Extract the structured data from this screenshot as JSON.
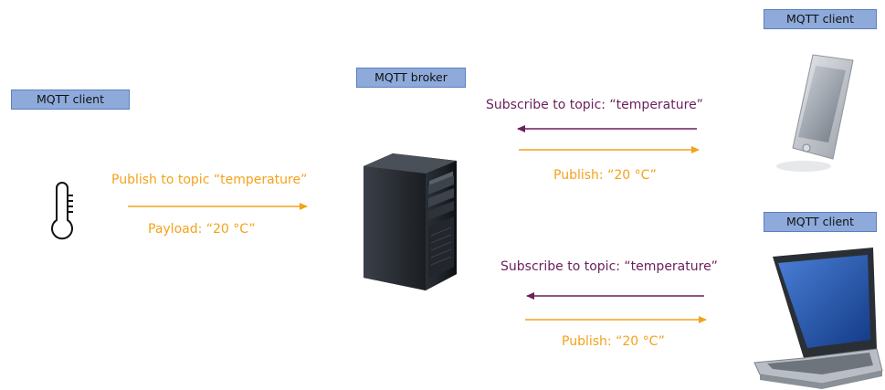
{
  "labels": {
    "client_left": "MQTT client",
    "broker": "MQTT broker",
    "client_phone": "MQTT client",
    "client_laptop": "MQTT client"
  },
  "flows": {
    "publish_topic": "Publish to topic “temperature”",
    "payload": "Payload: “20 °C”",
    "phone_subscribe": "Subscribe to topic: “temperature”",
    "phone_publish": "Publish: “20 °C”",
    "laptop_subscribe": "Subscribe to topic: “temperature”",
    "laptop_publish": "Publish: “20 °C”"
  },
  "colors": {
    "publish": "#f4a21b",
    "subscribe": "#6b1f5c",
    "label_fill": "#8eaadb"
  },
  "icons": [
    "thermometer-icon",
    "server-icon",
    "smartphone-icon",
    "laptop-icon"
  ]
}
